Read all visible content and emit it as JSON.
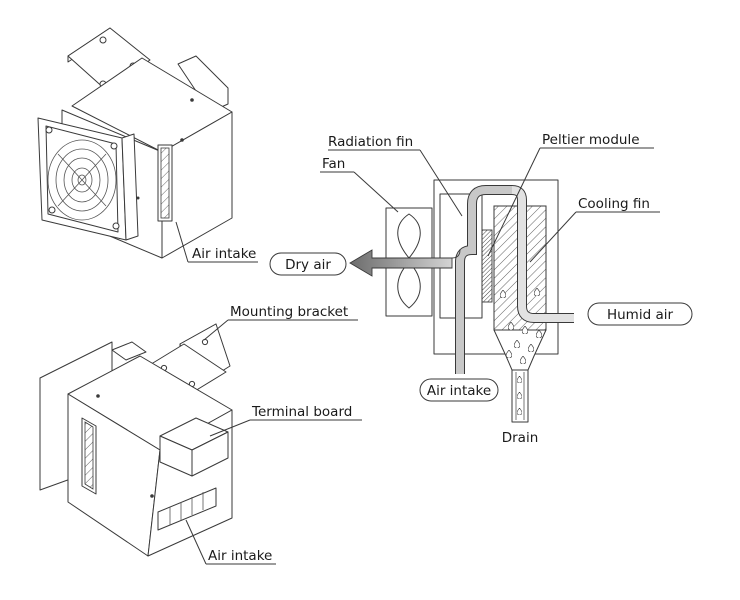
{
  "labels": {
    "air_intake_top": "Air intake",
    "dry_air": "Dry air",
    "mounting_bracket": "Mounting bracket",
    "terminal_board": "Terminal board",
    "air_intake_bottom": "Air intake",
    "radiation_fin": "Radiation fin",
    "peltier_module": "Peltier module",
    "fan": "Fan",
    "cooling_fin": "Cooling fin",
    "humid_air": "Humid air",
    "air_intake_schematic": "Air intake",
    "drain": "Drain"
  },
  "colors": {
    "line": "#3a3a3a",
    "arrow_gray": "#8a8a8a",
    "hatch": "#666666"
  },
  "icons": [
    "fan-grille-icon",
    "droplet-icon"
  ]
}
